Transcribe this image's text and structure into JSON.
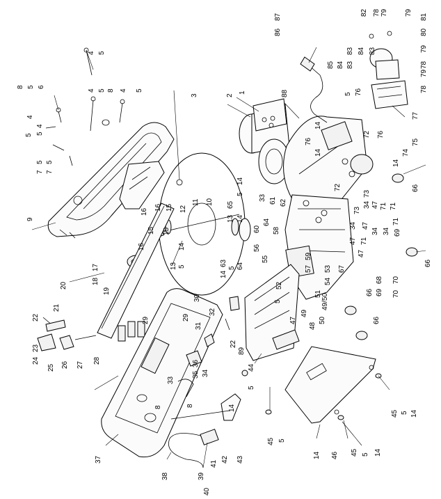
{
  "diagram": {
    "callouts": [
      {
        "id": "c1",
        "text": "4"
      },
      {
        "id": "c2",
        "text": "5"
      },
      {
        "id": "c3",
        "text": "8"
      },
      {
        "id": "c4",
        "text": "5"
      },
      {
        "id": "c5",
        "text": "6"
      },
      {
        "id": "c6",
        "text": "4"
      },
      {
        "id": "c7",
        "text": "5"
      },
      {
        "id": "c8",
        "text": "8"
      },
      {
        "id": "c9",
        "text": "4"
      },
      {
        "id": "c10",
        "text": "5"
      },
      {
        "id": "c11",
        "text": "3"
      },
      {
        "id": "c12",
        "text": "4"
      },
      {
        "id": "c13",
        "text": "5"
      },
      {
        "id": "c14",
        "text": "5"
      },
      {
        "id": "c15",
        "text": "4"
      },
      {
        "id": "c16",
        "text": "5"
      },
      {
        "id": "c17",
        "text": "7"
      },
      {
        "id": "c18",
        "text": "5"
      },
      {
        "id": "c19",
        "text": "7"
      },
      {
        "id": "c20",
        "text": "9"
      },
      {
        "id": "c21",
        "text": "2"
      },
      {
        "id": "c22",
        "text": "1"
      },
      {
        "id": "c23",
        "text": "88"
      },
      {
        "id": "c24",
        "text": "86"
      },
      {
        "id": "c25",
        "text": "87"
      },
      {
        "id": "c26",
        "text": "85"
      },
      {
        "id": "c27",
        "text": "84"
      },
      {
        "id": "c28",
        "text": "83"
      },
      {
        "id": "c29",
        "text": "83"
      },
      {
        "id": "c30",
        "text": "84"
      },
      {
        "id": "c31",
        "text": "83"
      },
      {
        "id": "c32",
        "text": "5"
      },
      {
        "id": "c33",
        "text": "76"
      },
      {
        "id": "c34",
        "text": "82"
      },
      {
        "id": "c35",
        "text": "78"
      },
      {
        "id": "c36",
        "text": "79"
      },
      {
        "id": "c37",
        "text": "79"
      },
      {
        "id": "c38",
        "text": "81"
      },
      {
        "id": "c39",
        "text": "80"
      },
      {
        "id": "c40",
        "text": "79"
      },
      {
        "id": "c41",
        "text": "78"
      },
      {
        "id": "c42",
        "text": "79"
      },
      {
        "id": "c43",
        "text": "78"
      },
      {
        "id": "c44",
        "text": "77"
      },
      {
        "id": "c45",
        "text": "14"
      },
      {
        "id": "c46",
        "text": "76"
      },
      {
        "id": "c47",
        "text": "14"
      },
      {
        "id": "c48",
        "text": "72"
      },
      {
        "id": "c49",
        "text": "76"
      },
      {
        "id": "c50",
        "text": "75"
      },
      {
        "id": "c51",
        "text": "74"
      },
      {
        "id": "c52",
        "text": "14"
      },
      {
        "id": "c53",
        "text": "73"
      },
      {
        "id": "c54",
        "text": "72"
      },
      {
        "id": "c55",
        "text": "66"
      },
      {
        "id": "c56",
        "text": "16"
      },
      {
        "id": "c57",
        "text": "15"
      },
      {
        "id": "c58",
        "text": "16"
      },
      {
        "id": "c59",
        "text": "15"
      },
      {
        "id": "c60",
        "text": "12"
      },
      {
        "id": "c61",
        "text": "11"
      },
      {
        "id": "c62",
        "text": "10"
      },
      {
        "id": "c63",
        "text": "15"
      },
      {
        "id": "c64",
        "text": "16"
      },
      {
        "id": "c65",
        "text": "14"
      },
      {
        "id": "c66",
        "text": "5"
      },
      {
        "id": "c67",
        "text": "13"
      },
      {
        "id": "c68",
        "text": "14"
      },
      {
        "id": "c69",
        "text": "5"
      },
      {
        "id": "c70",
        "text": "65"
      },
      {
        "id": "c71",
        "text": "13"
      },
      {
        "id": "c72",
        "text": "14"
      },
      {
        "id": "c73",
        "text": "17"
      },
      {
        "id": "c74",
        "text": "18"
      },
      {
        "id": "c75",
        "text": "19"
      },
      {
        "id": "c76",
        "text": "63"
      },
      {
        "id": "c77",
        "text": "14"
      },
      {
        "id": "c78",
        "text": "5"
      },
      {
        "id": "c79",
        "text": "64"
      },
      {
        "id": "c80",
        "text": "62"
      },
      {
        "id": "c81",
        "text": "33"
      },
      {
        "id": "c82",
        "text": "61"
      },
      {
        "id": "c83",
        "text": "60"
      },
      {
        "id": "c84",
        "text": "64"
      },
      {
        "id": "c85",
        "text": "58"
      },
      {
        "id": "c86",
        "text": "56"
      },
      {
        "id": "c87",
        "text": "55"
      },
      {
        "id": "c88",
        "text": "59"
      },
      {
        "id": "c89",
        "text": "57"
      },
      {
        "id": "c90",
        "text": "73"
      },
      {
        "id": "c91",
        "text": "34"
      },
      {
        "id": "c92",
        "text": "47"
      },
      {
        "id": "c93",
        "text": "71"
      },
      {
        "id": "c94",
        "text": "34"
      },
      {
        "id": "c95",
        "text": "47"
      },
      {
        "id": "c96",
        "text": "71"
      },
      {
        "id": "c97",
        "text": "47"
      },
      {
        "id": "c98",
        "text": "71"
      },
      {
        "id": "c99",
        "text": "34"
      },
      {
        "id": "c100",
        "text": "34"
      },
      {
        "id": "c101",
        "text": "71"
      },
      {
        "id": "c102",
        "text": "47"
      },
      {
        "id": "c103",
        "text": "69"
      },
      {
        "id": "c104",
        "text": "67"
      },
      {
        "id": "c105",
        "text": "68"
      },
      {
        "id": "c106",
        "text": "69"
      },
      {
        "id": "c107",
        "text": "70"
      },
      {
        "id": "c108",
        "text": "70"
      },
      {
        "id": "c109",
        "text": "66"
      },
      {
        "id": "c110",
        "text": "20"
      },
      {
        "id": "c111",
        "text": "21"
      },
      {
        "id": "c112",
        "text": "22"
      },
      {
        "id": "c113",
        "text": "23"
      },
      {
        "id": "c114",
        "text": "24"
      },
      {
        "id": "c115",
        "text": "25"
      },
      {
        "id": "c116",
        "text": "26"
      },
      {
        "id": "c117",
        "text": "27"
      },
      {
        "id": "c118",
        "text": "28"
      },
      {
        "id": "c119",
        "text": "29"
      },
      {
        "id": "c120",
        "text": "29"
      },
      {
        "id": "c121",
        "text": "30"
      },
      {
        "id": "c122",
        "text": "31"
      },
      {
        "id": "c123",
        "text": "32"
      },
      {
        "id": "c124",
        "text": "22"
      },
      {
        "id": "c125",
        "text": "52"
      },
      {
        "id": "c126",
        "text": "5"
      },
      {
        "id": "c127",
        "text": "54"
      },
      {
        "id": "c128",
        "text": "53"
      },
      {
        "id": "c129",
        "text": "51"
      },
      {
        "id": "c130",
        "text": "49"
      },
      {
        "id": "c131",
        "text": "50"
      },
      {
        "id": "c132",
        "text": "48"
      },
      {
        "id": "c133",
        "text": "47"
      },
      {
        "id": "c134",
        "text": "49/50"
      },
      {
        "id": "c135",
        "text": "66"
      },
      {
        "id": "c136",
        "text": "66"
      },
      {
        "id": "c137",
        "text": "89"
      },
      {
        "id": "c138",
        "text": "44"
      },
      {
        "id": "c139",
        "text": "36"
      },
      {
        "id": "c140",
        "text": "35"
      },
      {
        "id": "c141",
        "text": "34"
      },
      {
        "id": "c142",
        "text": "33"
      },
      {
        "id": "c143",
        "text": "8"
      },
      {
        "id": "c144",
        "text": "8"
      },
      {
        "id": "c145",
        "text": "5"
      },
      {
        "id": "c146",
        "text": "14"
      },
      {
        "id": "c147",
        "text": "37"
      },
      {
        "id": "c148",
        "text": "38"
      },
      {
        "id": "c149",
        "text": "39"
      },
      {
        "id": "c150",
        "text": "40"
      },
      {
        "id": "c151",
        "text": "41"
      },
      {
        "id": "c152",
        "text": "42"
      },
      {
        "id": "c153",
        "text": "43"
      },
      {
        "id": "c154",
        "text": "45"
      },
      {
        "id": "c155",
        "text": "5"
      },
      {
        "id": "c156",
        "text": "14"
      },
      {
        "id": "c157",
        "text": "46"
      },
      {
        "id": "c158",
        "text": "45"
      },
      {
        "id": "c159",
        "text": "5"
      },
      {
        "id": "c160",
        "text": "14"
      },
      {
        "id": "c161",
        "text": "45"
      },
      {
        "id": "c162",
        "text": "5"
      },
      {
        "id": "c163",
        "text": "14"
      }
    ]
  }
}
